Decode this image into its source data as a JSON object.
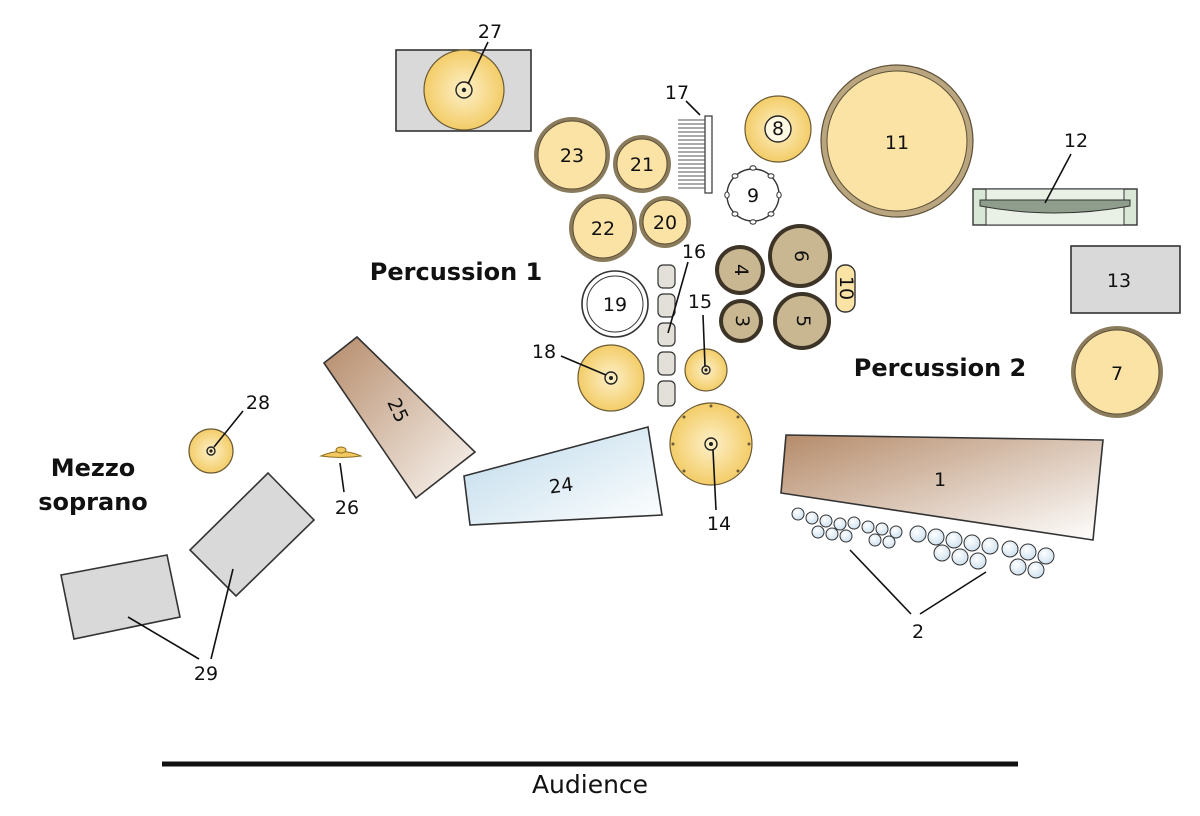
{
  "labels": {
    "section_percussion_1": "Percussion 1",
    "section_percussion_2": "Percussion 2",
    "section_mezzo_line1": "Mezzo",
    "section_mezzo_line2": "soprano",
    "audience": "Audience"
  },
  "instruments": {
    "n1": "1",
    "n2": "2",
    "n3": "3",
    "n4": "4",
    "n5": "5",
    "n6": "6",
    "n7": "7",
    "n8": "8",
    "n9": "9",
    "n10": "10",
    "n11": "11",
    "n12": "12",
    "n13": "13",
    "n14": "14",
    "n15": "15",
    "n16": "16",
    "n17": "17",
    "n18": "18",
    "n19": "19",
    "n20": "20",
    "n21": "21",
    "n22": "22",
    "n23": "23",
    "n24": "24",
    "n25": "25",
    "n26": "26",
    "n27": "27",
    "n28": "28",
    "n29": "29"
  },
  "colors": {
    "cymbal_gold": "#f7d57a",
    "drum_cream": "#fbe3a6",
    "drum_rim": "#8a7b5c",
    "tom_dark": "#c9b791",
    "marimba_brown": "#bf9a7c",
    "vibraphone_blue": "#cfe3f0",
    "crate_gray": "#d9d9d9",
    "glass_blue": "#e6f0f8",
    "tray_green": "#d9e8d6",
    "outline": "#333333"
  }
}
